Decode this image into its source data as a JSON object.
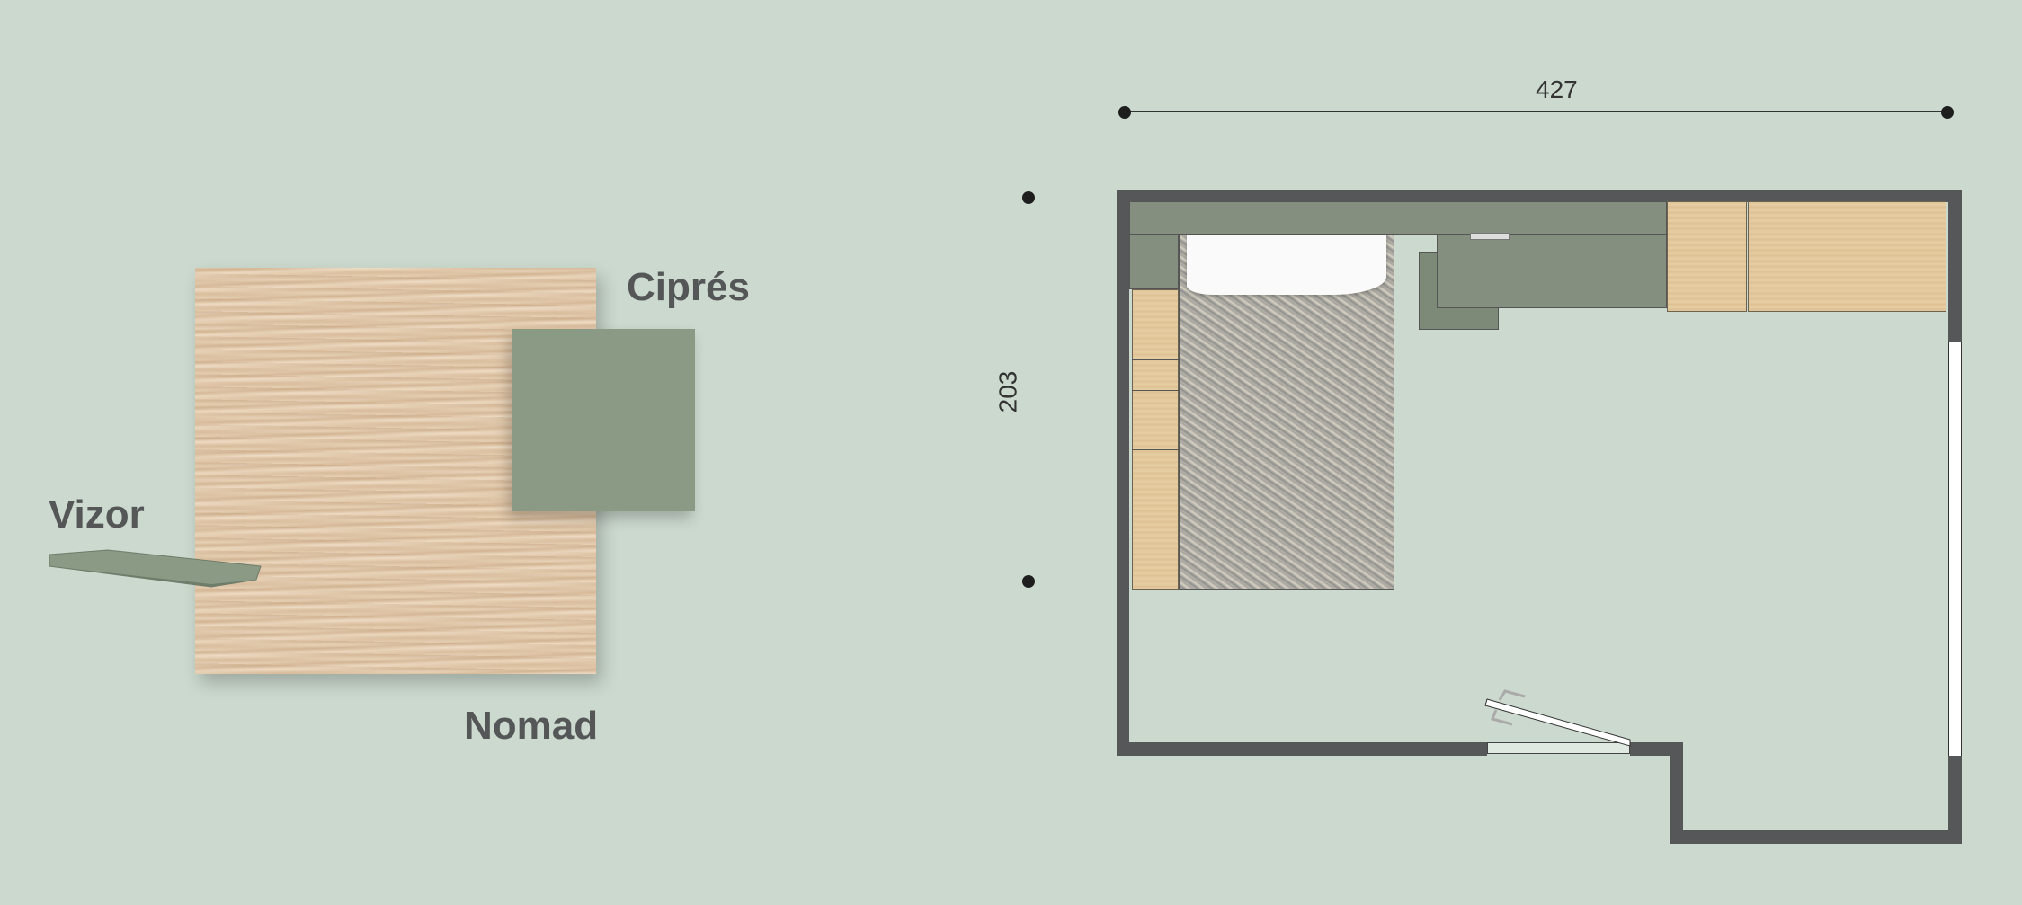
{
  "materials": {
    "wood_label": "Nomad",
    "green_label": "Ciprés",
    "handle_label": "Vizor"
  },
  "colors": {
    "background": "#cbd9ce",
    "green_lacquer": "#8a9a85",
    "wall": "#555758",
    "label_text": "#545657"
  },
  "floor_plan": {
    "width_dimension": "427",
    "depth_dimension": "203"
  }
}
